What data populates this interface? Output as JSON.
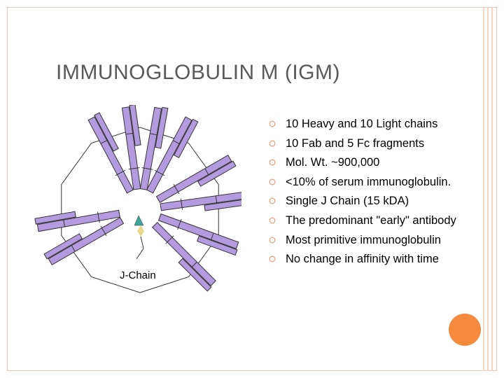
{
  "slide": {
    "title": "IMMUNOGLOBULIN M (IGM)",
    "bullets": [
      "10 Heavy and 10 Light chains",
      "10 Fab and 5 Fc fragments",
      "Mol. Wt.  ~900,000",
      " <10% of serum immunoglobulin.",
      " Single J Chain (15 kDA)",
      "The predominant \"early\" antibody",
      "Most primitive immunoglobulin",
      "No change in affinity with time"
    ],
    "bullet_icon": "circle-bullet-icon",
    "diagram_label": "J-Chain"
  },
  "colors": {
    "frame": "#f3c6b6",
    "title": "#5a5a5a",
    "bullet": "#e8a380",
    "chain_fill": "#b49be0",
    "chain_stroke": "#333333",
    "j_chain_triangle": "#3fa59a",
    "j_chain_diamond": "#e8d98a",
    "accent_dot": "#f58a3c"
  }
}
